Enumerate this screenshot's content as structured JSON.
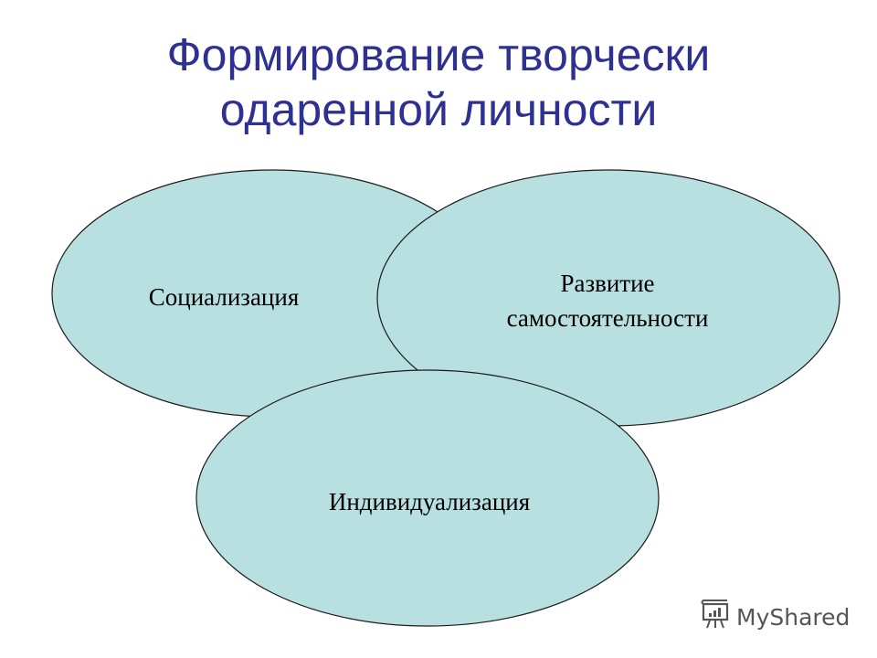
{
  "title": {
    "line1": "Формирование творчески",
    "line2": "одаренной личности"
  },
  "diagram": {
    "fill_color": "#b9e0e1",
    "stroke_color": "#1a1a1a",
    "nodes": [
      {
        "label_lines": [
          "Социализация"
        ]
      },
      {
        "label_lines": [
          "Развитие",
          "самостоятельности"
        ]
      },
      {
        "label_lines": [
          "Индивидуализация"
        ]
      }
    ]
  },
  "watermark": {
    "text": "MyShared",
    "icon": "presentation-board-icon"
  }
}
